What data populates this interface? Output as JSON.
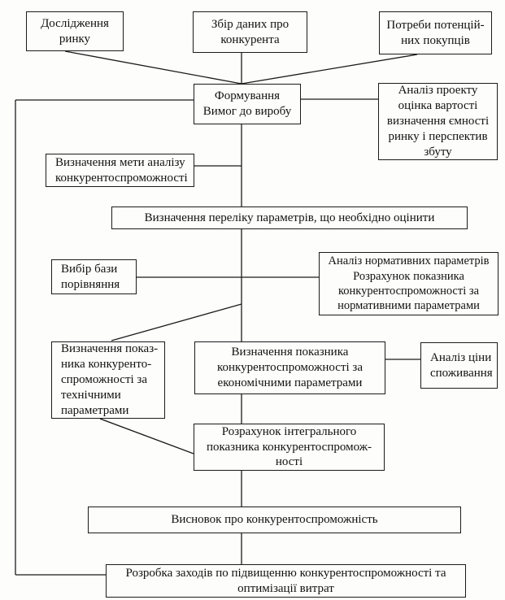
{
  "diagram": {
    "language": "uk",
    "ink_color": "#1b1b1b",
    "paper_color": "#fdfdfc"
  },
  "nodes": {
    "market_research": {
      "label": "Дослідження\nринку"
    },
    "competitor_data": {
      "label": "Збір даних про\nконкурента"
    },
    "buyer_needs": {
      "label": "Потреби потенцій-\nних покупців"
    },
    "form_requirements": {
      "label": "Формування\nВимог до виробу"
    },
    "project_analysis": {
      "label": "Аналіз проекту\nоцінка вартості\nвизначення ємності\nринку і перспектив\nзбуту"
    },
    "analysis_goal": {
      "label": "Визначення мети аналізу\nконкурентоспроможності"
    },
    "params_list": {
      "label": "Визначення переліку параметрів, що необхідно оцінити"
    },
    "comparison_base": {
      "label": "Вибір бази\nпорівняння"
    },
    "normative_params": {
      "label": "Аналіз нормативних параметрів\nРозрахунок показника\nконкурентоспроможності за\nнормативними параметрами"
    },
    "technical_params": {
      "label": "Визначення показ-\nника конкуренто-\nспроможності за\nтехнічними\nпараметрами"
    },
    "economic_params": {
      "label": "Визначення показника\nконкурентоспроможності за\nекономічними параметрами"
    },
    "price_analysis": {
      "label": "Аналіз ціни\nспоживання"
    },
    "integral_index": {
      "label": "Розрахунок інтегрального\nпоказника конкурентоспромож-\nності"
    },
    "conclusion": {
      "label": "Висновок про конкурентоспроможність"
    },
    "measures": {
      "label": "Розробка заходів по підвищенню конкурентоспроможності та\nоптимізації витрат"
    }
  }
}
